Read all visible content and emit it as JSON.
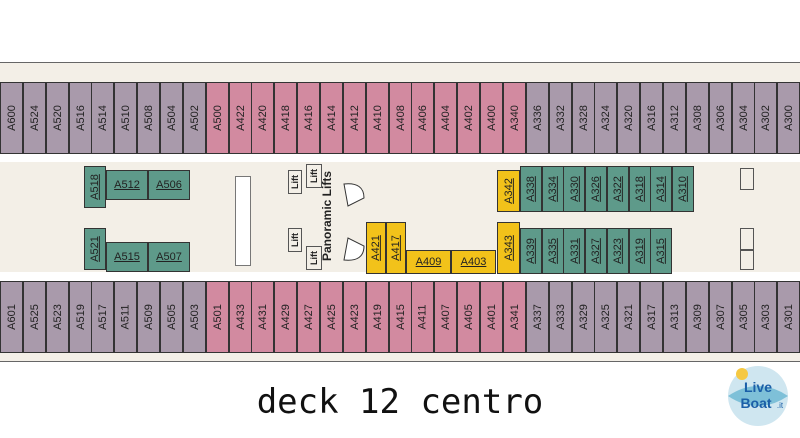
{
  "colors": {
    "outer": "#a99aab",
    "inner_pink": "#d28aa0",
    "green": "#5e9a8a",
    "yellow": "#f2c21a",
    "hull": "#f3efe7"
  },
  "title": "deck 12 centro",
  "logo": {
    "line1": "Live",
    "line2": "Boat",
    "suffix": ".it"
  },
  "cabins": {
    "top_row": [
      "A600",
      "A524",
      "A520",
      "A516",
      "A514",
      "A510",
      "A508",
      "A504",
      "A502",
      "A500",
      "A422",
      "A420",
      "A418",
      "A416",
      "A414",
      "A412",
      "A410",
      "A408",
      "A406",
      "A404",
      "A402",
      "A400",
      "A340",
      "A336",
      "A332",
      "A328",
      "A324",
      "A320",
      "A316",
      "A312",
      "A308",
      "A306",
      "A304",
      "A302",
      "A300"
    ],
    "bottom_row": [
      "A601",
      "A525",
      "A523",
      "A519",
      "A517",
      "A511",
      "A509",
      "A505",
      "A503",
      "A501",
      "A433",
      "A431",
      "A429",
      "A427",
      "A425",
      "A423",
      "A419",
      "A415",
      "A411",
      "A407",
      "A405",
      "A401",
      "A341",
      "A337",
      "A333",
      "A329",
      "A325",
      "A321",
      "A317",
      "A313",
      "A309",
      "A307",
      "A305",
      "A303",
      "A301"
    ],
    "left_block_upper": [
      "A518",
      "A512",
      "A506"
    ],
    "left_block_lower": [
      "A521",
      "A515",
      "A507"
    ],
    "yellow_upper": [
      "A342"
    ],
    "yellow_lower": [
      "A421",
      "A417",
      "A409",
      "A403",
      "A343"
    ],
    "right_block_upper": [
      "A338",
      "A334",
      "A330",
      "A326",
      "A322",
      "A318",
      "A314",
      "A310"
    ],
    "right_block_lower": [
      "A339",
      "A335",
      "A331",
      "A327",
      "A323",
      "A319",
      "A315"
    ]
  },
  "lifts": {
    "label": "Lift",
    "panoramic": "Panoramic Lifts"
  }
}
